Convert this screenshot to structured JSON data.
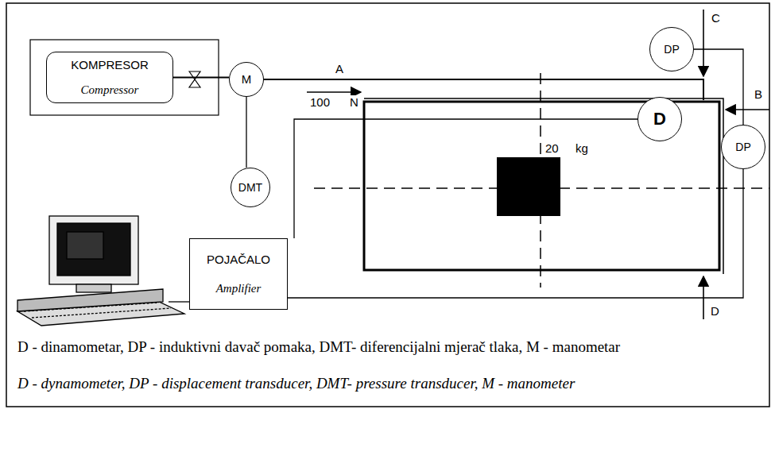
{
  "diagram": {
    "nodes": [
      {
        "text": [
          "KOMPRESOR",
          "Compressor"
        ]
      },
      {
        "text": [
          "M"
        ]
      },
      {
        "text": [
          "DMT"
        ]
      },
      {
        "text": [
          "POJAČALO",
          "Amplifier"
        ]
      },
      {
        "text": [
          "D"
        ]
      },
      {
        "text": [
          "DP"
        ]
      },
      {
        "text": [
          "DP"
        ]
      }
    ],
    "edges": [
      {
        "from": 0,
        "to": 1,
        "arrow": "none"
      },
      {
        "from": 1,
        "to": 2,
        "arrow": "none"
      },
      {
        "from": 4,
        "to": 3,
        "arrow": "none"
      },
      {
        "from": 5,
        "to": 6,
        "arrow": "none"
      },
      {
        "from": 6,
        "to": 3,
        "arrow": "none"
      }
    ],
    "labels": [
      "A",
      "100",
      "N",
      "20",
      "kg",
      "C",
      "B",
      "D",
      "D - dinamometar, DP - induktivni davač pomaka, DMT- diferencijalni mjerač tlaka, M - manometar",
      "D - dynamometer, DP - displacement transducer, DMT- pressure transducer, M - manometer"
    ]
  }
}
